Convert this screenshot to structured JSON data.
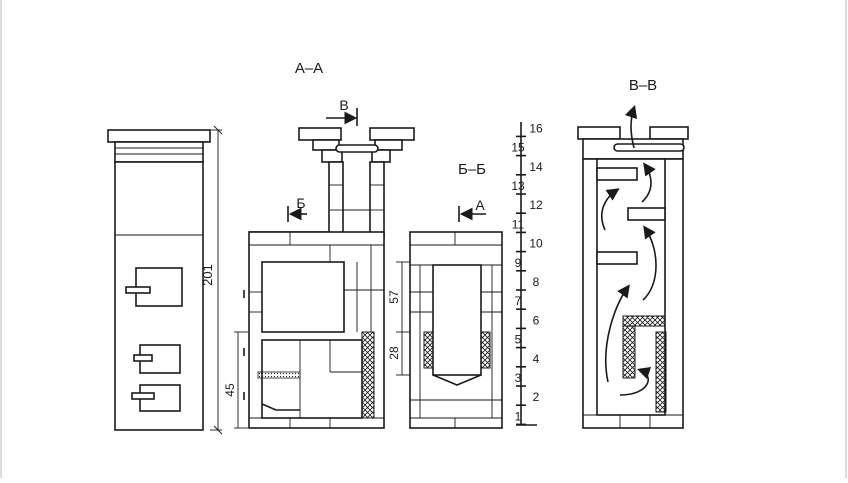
{
  "sections": {
    "aa": "А–А",
    "bb": "Б–Б",
    "vv": "В–В"
  },
  "cut_markers": {
    "v": "В",
    "b": "Б",
    "a": "А"
  },
  "dimensions": {
    "total_height": "201",
    "lower_height": "45",
    "upper_opening": "57",
    "lower_opening": "28"
  },
  "row_scale": [
    "1",
    "2",
    "3",
    "4",
    "5",
    "6",
    "7",
    "8",
    "9",
    "10",
    "11",
    "12",
    "13",
    "14",
    "15",
    "16"
  ]
}
